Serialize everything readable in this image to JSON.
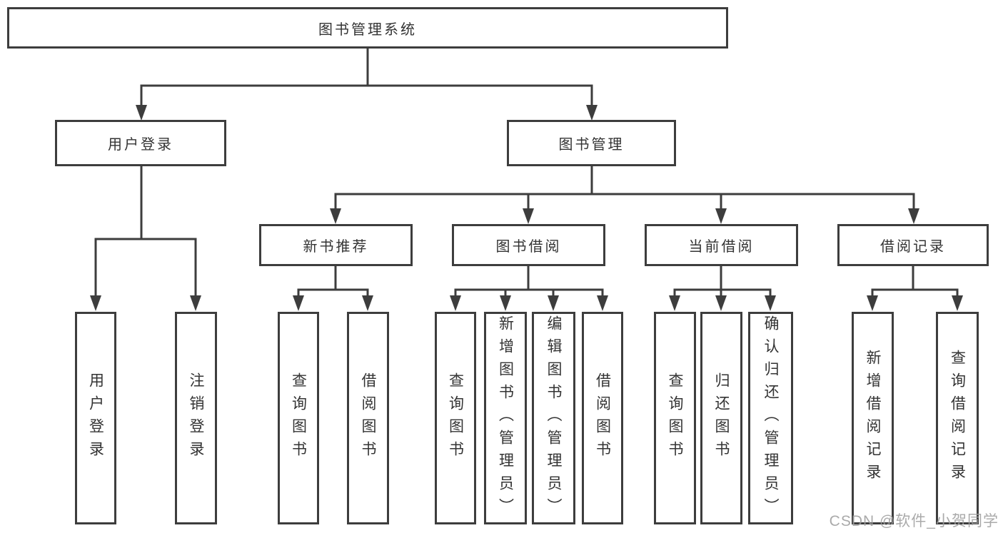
{
  "page": {
    "background": "#ffffff"
  },
  "colors": {
    "line": "#3d3d3d",
    "box_border": "#3d3d3d",
    "text": "#333333",
    "watermark": "#9e9e9e"
  },
  "tree": {
    "root": {
      "label": "图书管理系统"
    },
    "branches": [
      {
        "label": "用户登录",
        "children": [
          {
            "label": "用户登录"
          },
          {
            "label": "注销登录"
          }
        ]
      },
      {
        "label": "图书管理",
        "children": [
          {
            "label": "新书推荐",
            "children": [
              {
                "label": "查询图书"
              },
              {
                "label": "借阅图书"
              }
            ]
          },
          {
            "label": "图书借阅",
            "children": [
              {
                "label": "查询图书"
              },
              {
                "label": "新增图书（管理员）"
              },
              {
                "label": "编辑图书（管理员）"
              },
              {
                "label": "借阅图书"
              }
            ]
          },
          {
            "label": "当前借阅",
            "children": [
              {
                "label": "查询图书"
              },
              {
                "label": "归还图书"
              },
              {
                "label": "确认归还（管理员）"
              }
            ]
          },
          {
            "label": "借阅记录",
            "children": [
              {
                "label": "新增借阅记录"
              },
              {
                "label": "查询借阅记录"
              }
            ]
          }
        ]
      }
    ]
  },
  "watermark": {
    "text": "CSDN @软件_小贺同学"
  }
}
